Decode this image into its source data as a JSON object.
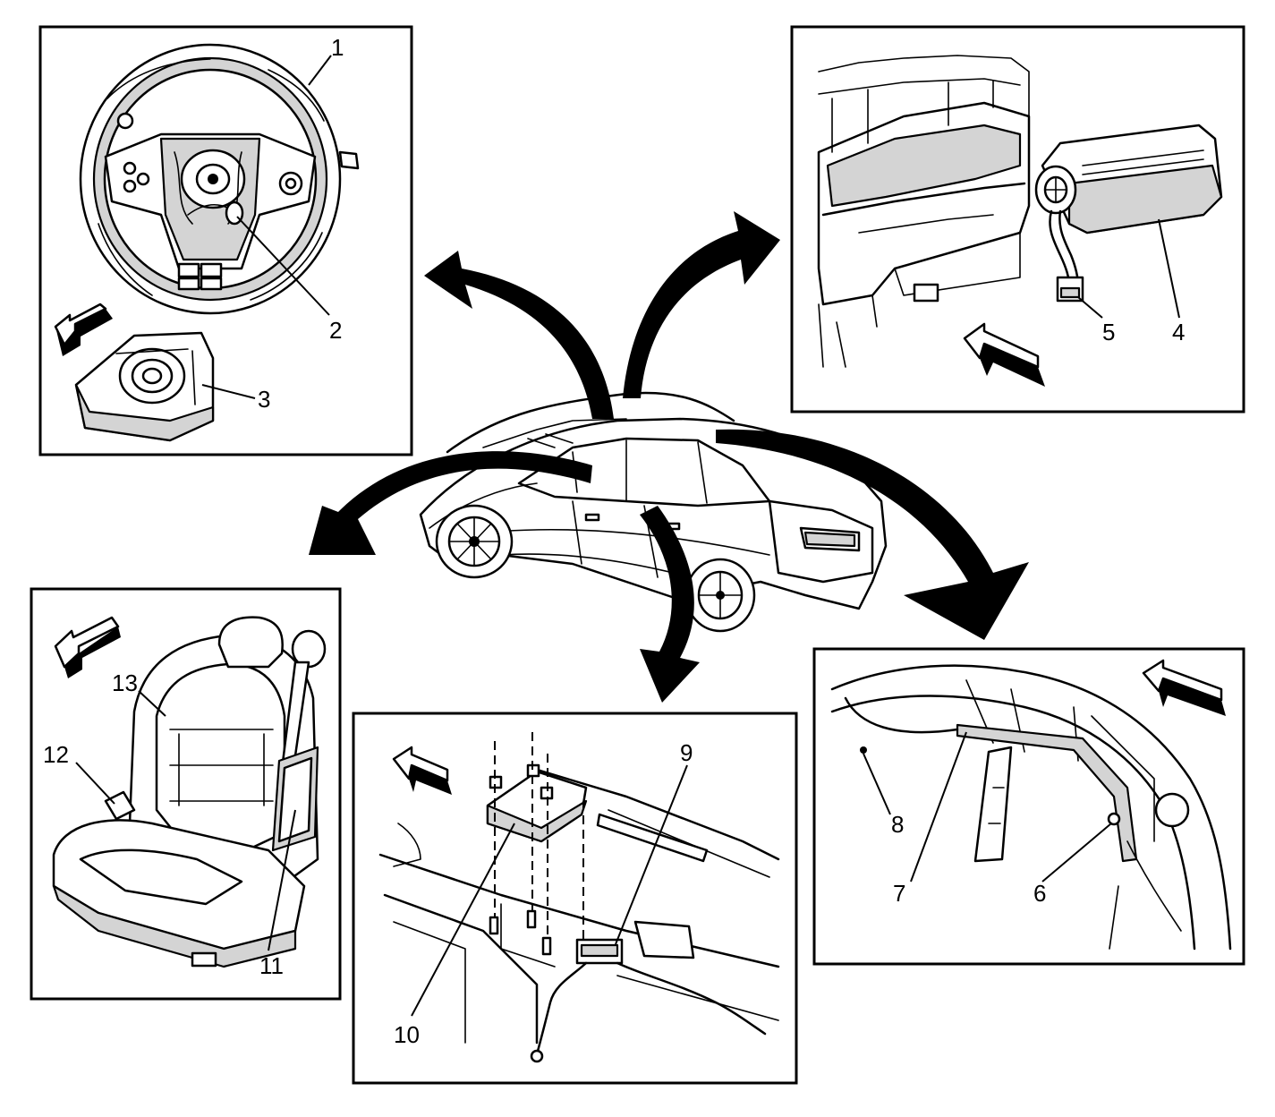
{
  "callouts": {
    "c1": "1",
    "c2": "2",
    "c3": "3",
    "c4": "4",
    "c5": "5",
    "c6": "6",
    "c7": "7",
    "c8": "8",
    "c9": "9",
    "c10": "10",
    "c11": "11",
    "c12": "12",
    "c13": "13"
  },
  "icons": {
    "forward_direction": "direction-arrow-icon",
    "pointer": "curved-pointer-arrow-icon"
  },
  "colors": {
    "line": "#000000",
    "background": "#ffffff",
    "shade": "#d4d4d4"
  }
}
